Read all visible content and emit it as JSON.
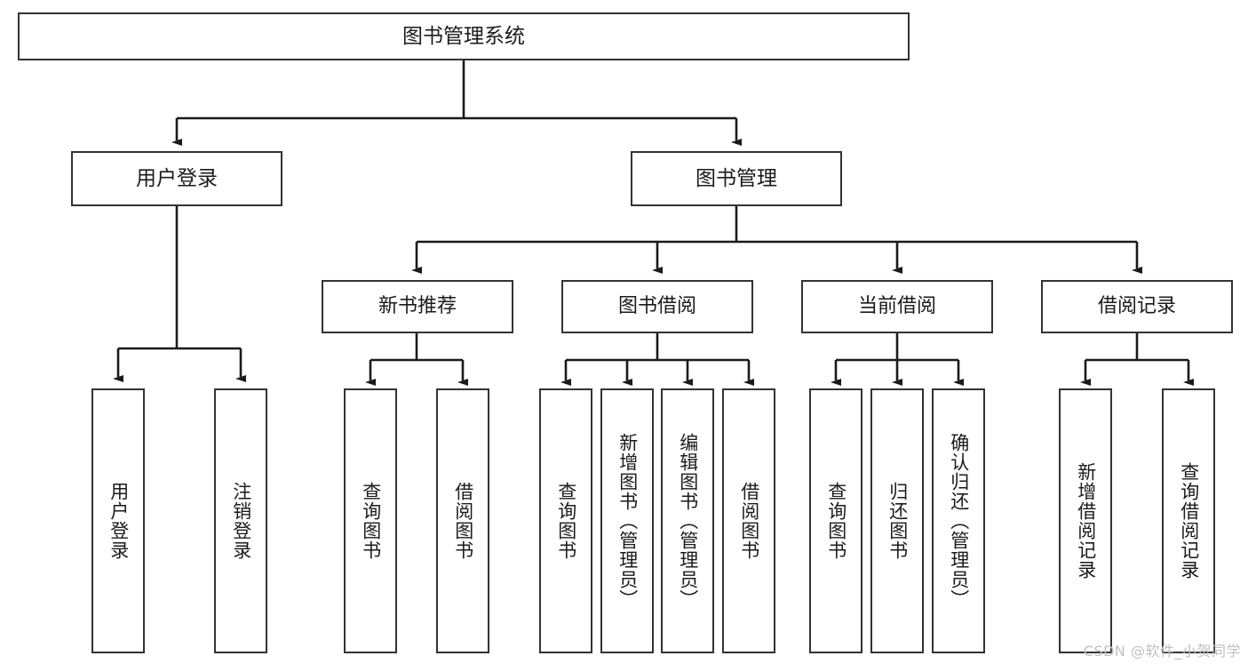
{
  "diagram": {
    "title": "图书管理系统",
    "type": "hierarchy-tree",
    "watermark": "CSDN @软件_小贺同学",
    "colors": {
      "box_border": "#333333",
      "box_fill": "#ffffff",
      "edge": "#1a1a1a",
      "text": "#1b1b1b",
      "watermark": "#bfbfbf"
    },
    "root": {
      "label": "图书管理系统"
    },
    "level2": [
      {
        "label": "用户登录"
      },
      {
        "label": "图书管理"
      }
    ],
    "level3": [
      {
        "label": "新书推荐"
      },
      {
        "label": "图书借阅"
      },
      {
        "label": "当前借阅"
      },
      {
        "label": "借阅记录"
      }
    ],
    "leaves": {
      "user_login": [
        {
          "label": "用户登录"
        },
        {
          "label": "注销登录"
        }
      ],
      "new_book": [
        {
          "label": "查询图书"
        },
        {
          "label": "借阅图书"
        }
      ],
      "book_borrow": [
        {
          "label": "查询图书"
        },
        {
          "label": "新增图书（管理员）"
        },
        {
          "label": "编辑图书（管理员）"
        },
        {
          "label": "借阅图书"
        }
      ],
      "current_borrow": [
        {
          "label": "查询图书"
        },
        {
          "label": "归还图书"
        },
        {
          "label": "确认归还（管理员）"
        }
      ],
      "borrow_record": [
        {
          "label": "新增借阅记录"
        },
        {
          "label": "查询借阅记录"
        }
      ]
    }
  }
}
